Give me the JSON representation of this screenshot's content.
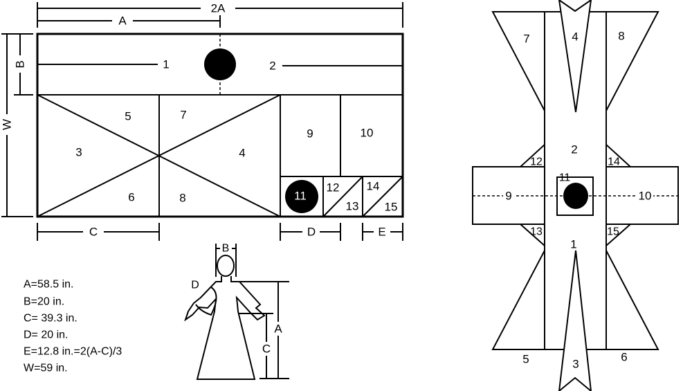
{
  "layout_diagram": {
    "dimensions": {
      "two_a": "2A",
      "a": "A",
      "b": "B",
      "w": "W",
      "c": "C",
      "d": "D",
      "e": "E"
    },
    "pieces": {
      "p1": "1",
      "p2": "2",
      "p3": "3",
      "p4": "4",
      "p5": "5",
      "p6": "6",
      "p7": "7",
      "p8": "8",
      "p9": "9",
      "p10": "10",
      "p11": "11",
      "p12": "12",
      "p13": "13",
      "p14": "14",
      "p15": "15"
    }
  },
  "measurements": [
    "A=58.5 in.",
    "B=20 in.",
    "C= 39.3 in.",
    "D= 20 in.",
    "E=12.8 in.=2(A-C)/3",
    "W=59 in."
  ],
  "figure": {
    "b": "B",
    "d": "D",
    "a": "A",
    "c": "C"
  },
  "assembly_diagram": {
    "pieces": {
      "p1": "1",
      "p2": "2",
      "p3": "3",
      "p4": "4",
      "p5": "5",
      "p6": "6",
      "p7": "7",
      "p8": "8",
      "p9": "9",
      "p10": "10",
      "p11": "11",
      "p12": "12",
      "p13": "13",
      "p14": "14",
      "p15": "15"
    }
  }
}
